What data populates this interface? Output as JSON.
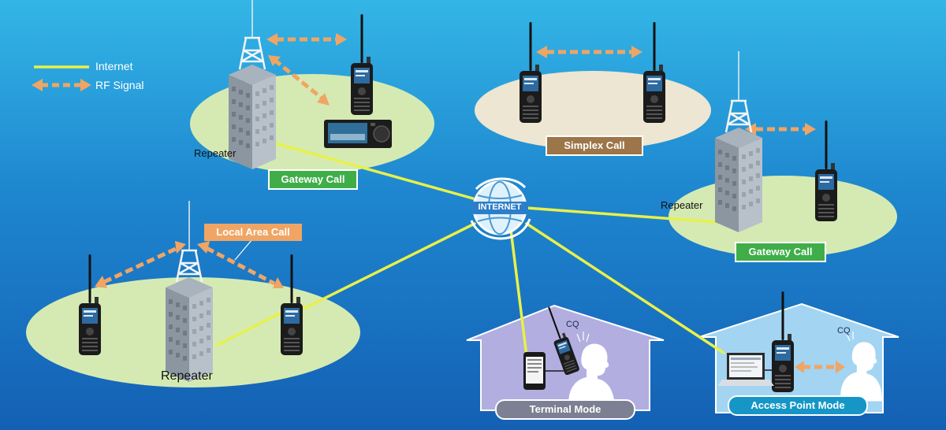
{
  "legend": {
    "internet_label": "Internet",
    "rf_label": "RF Signal",
    "internet_color": "#e8f04a",
    "rf_color": "#f0a564"
  },
  "hub": {
    "label": "INTERNET",
    "icon": "globe-icon"
  },
  "zones": {
    "gateway_left": {
      "badge": "Gateway Call",
      "repeater_label": "Repeater"
    },
    "simplex": {
      "badge": "Simplex Call"
    },
    "gateway_right": {
      "badge": "Gateway Call",
      "repeater_label": "Repeater"
    },
    "local_area": {
      "badge": "Local Area Call",
      "repeater_label": "Repeater"
    },
    "terminal": {
      "badge": "Terminal Mode",
      "speech": "CQ"
    },
    "access_point": {
      "badge": "Access Point Mode",
      "speech": "CQ"
    }
  },
  "colors": {
    "sky_top": "#33b6e6",
    "sky_bottom": "#1460b4",
    "ellipse_green": "#d5eab3",
    "ellipse_beige": "#ede6d2",
    "badge_green": "#3fae49",
    "badge_brown": "#9c7548",
    "badge_orange": "#f0a564",
    "house_purple": "#b2aee0",
    "house_blue": "#a3d4f2"
  }
}
